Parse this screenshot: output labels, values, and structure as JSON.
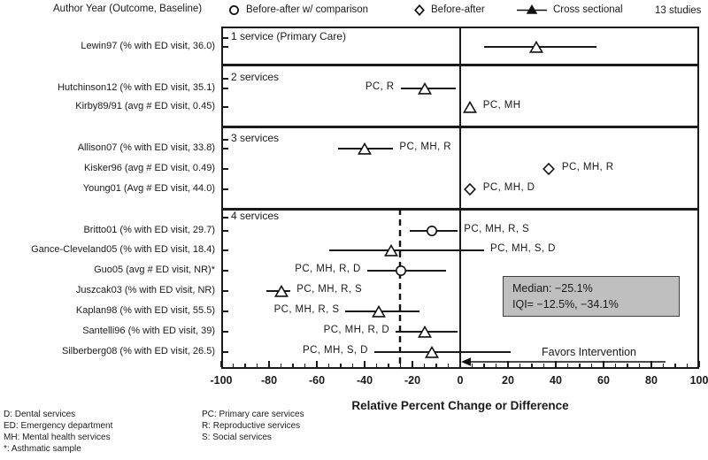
{
  "header": {
    "column_label": "Author Year (Outcome, Baseline)",
    "studies_count": "13 studies"
  },
  "legend": [
    {
      "marker": "circle",
      "label": "Before-after w/ comparison"
    },
    {
      "marker": "diamond",
      "label": "Before-after"
    },
    {
      "marker": "triangle-line",
      "label": "Cross sectional"
    }
  ],
  "annotation": {
    "median_line": "Median: −25.1%",
    "iqi_line": "IQI= −12.5%, −34.1%"
  },
  "favors_label": "Favors Intervention",
  "footnotes": {
    "col1": [
      "D: Dental services",
      "ED: Emergency department",
      "MH: Mental health services",
      "*: Asthmatic sample"
    ],
    "col2": [
      "PC: Primary care services",
      "R: Reproductive services",
      "S: Social services"
    ]
  },
  "chart_data": {
    "type": "scatter",
    "subtype": "forest-plot",
    "xlabel": "Relative Percent Change or Difference",
    "xlim": [
      -100,
      100
    ],
    "x_major_ticks": [
      -100,
      -80,
      -60,
      -40,
      -20,
      0,
      20,
      40,
      60,
      80,
      100
    ],
    "x_minor_tick_step": 5,
    "reference_line_x": 0,
    "median_dashed_line_x": -25.1,
    "grid": false,
    "legend_position": "top",
    "groups": [
      {
        "label": "1 service (Primary Care)",
        "studies": [
          {
            "study": "Lewin97 (% with ED visit, 36.0)",
            "marker": "triangle",
            "estimate": 32,
            "ci": [
              10,
              57
            ],
            "services": "",
            "services_side": "right"
          }
        ]
      },
      {
        "label": "2 services",
        "studies": [
          {
            "study": "Hutchinson12 (% with ED visit, 35.1)",
            "marker": "triangle",
            "estimate": -15,
            "ci": [
              -25,
              -2
            ],
            "services": "PC, R",
            "services_side": "left"
          },
          {
            "study": "Kirby89/91 (avg # ED visit, 0.45)",
            "marker": "triangle",
            "estimate": 4,
            "ci": null,
            "services": "PC, MH",
            "services_side": "right"
          }
        ]
      },
      {
        "label": "3 services",
        "studies": [
          {
            "study": "Allison07 (% with ED visit, 33.8)",
            "marker": "triangle",
            "estimate": -40,
            "ci": [
              -51,
              -28
            ],
            "services": "PC, MH, R",
            "services_side": "right"
          },
          {
            "study": "Kisker96 (avg # ED visit, 0.49)",
            "marker": "diamond",
            "estimate": 37,
            "ci": null,
            "services": "PC, MH, R",
            "services_side": "right"
          },
          {
            "study": "Young01 (Avg # ED visit, 44.0)",
            "marker": "diamond",
            "estimate": 4,
            "ci": null,
            "services": "PC, MH, D",
            "services_side": "right"
          }
        ]
      },
      {
        "label": "4 services",
        "studies": [
          {
            "study": "Britto01 (% with ED visit, 29.7)",
            "marker": "circle",
            "estimate": -12,
            "ci": [
              -21,
              -1
            ],
            "services": "PC, MH, R, S",
            "services_side": "right"
          },
          {
            "study": "Gance-Cleveland05 (% with ED visit, 18.4)",
            "marker": "triangle",
            "estimate": -29,
            "ci": [
              -55,
              10
            ],
            "services": "PC, MH, S, D",
            "services_side": "right"
          },
          {
            "study": "Guo05 (avg # ED visit, NR)*",
            "marker": "circle",
            "estimate": -25,
            "ci": [
              -39,
              -6
            ],
            "services": "PC, MH, R, D",
            "services_side": "left"
          },
          {
            "study": "Juszcak03 (% with ED visit, NR)",
            "marker": "triangle",
            "estimate": -75,
            "ci": [
              -81,
              -71
            ],
            "services": "PC, MH, R, S",
            "services_side": "right"
          },
          {
            "study": "Kaplan98 (% with ED visit, 55.5)",
            "marker": "triangle",
            "estimate": -34,
            "ci": [
              -48,
              -17
            ],
            "services": "PC, MH, R, S",
            "services_side": "left"
          },
          {
            "study": "Santelli96 (% with ED visit, 39)",
            "marker": "triangle",
            "estimate": -15,
            "ci": [
              -27,
              -1
            ],
            "services": "PC, MH, R, D",
            "services_side": "left"
          },
          {
            "study": "Silberberg08 (% with ED visit, 26.5)",
            "marker": "triangle",
            "estimate": -12,
            "ci": [
              -36,
              21
            ],
            "services": "PC, MH, S, D",
            "services_side": "left"
          }
        ]
      }
    ]
  }
}
